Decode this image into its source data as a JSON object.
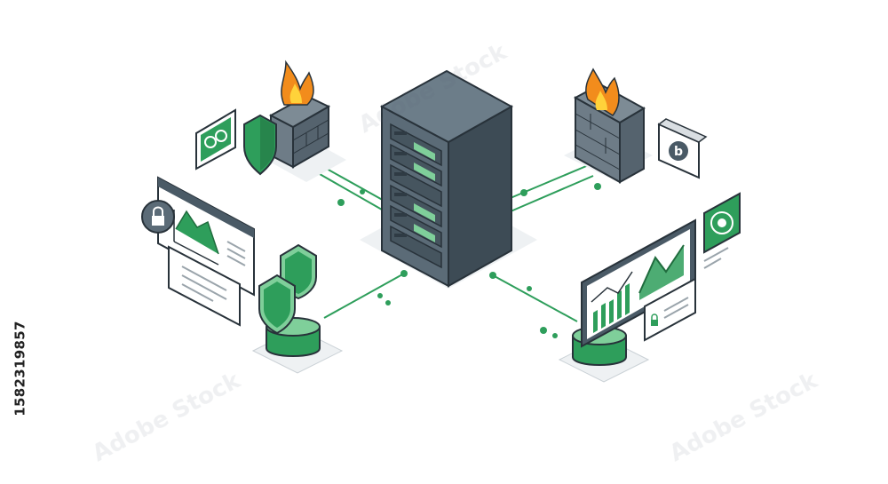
{
  "stock": {
    "id_text": "1582319857",
    "watermark_text": "Adobe Stock"
  },
  "palette": {
    "green": "#2e9e5b",
    "green_light": "#7fcf9a",
    "green_dark": "#1f6b3d",
    "server_body": "#4a5a66",
    "server_dark": "#2f3b44",
    "flame_orange": "#f28c1c",
    "flame_yellow": "#ffd23a",
    "brick": "#5f6d78",
    "outline": "#28323a",
    "connector": "#2e9e5b"
  },
  "icons": {
    "center": "server-rack",
    "top_left": "firewall-with-fire",
    "top_right": "firewall-with-fire",
    "left": "locked-browser-window-with-chart",
    "bottom_left": "shields-on-database",
    "bottom_right": "analytics-monitor-on-database"
  }
}
